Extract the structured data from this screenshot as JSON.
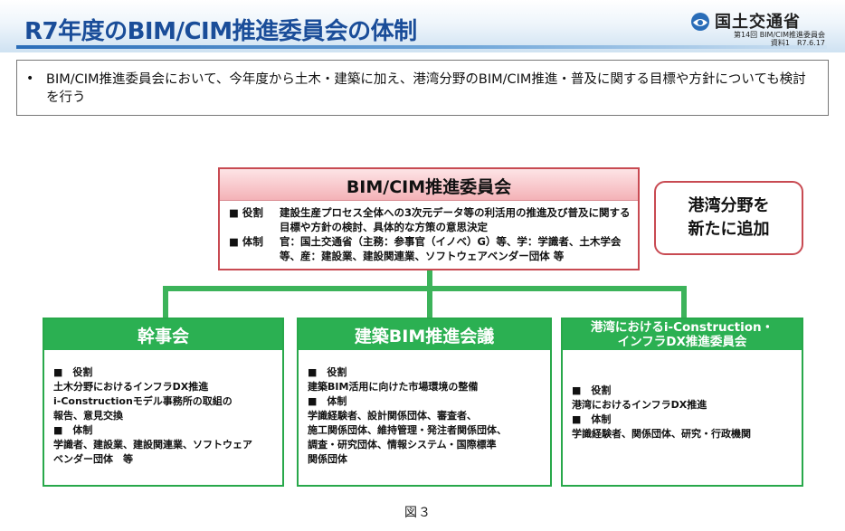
{
  "header": {
    "title": "R7年度のBIM/CIM推進委員会の体制",
    "ministry": "国土交通省",
    "meeting_line1": "第14回 BIM/CIM推進委員会",
    "meeting_line2": "資料1　R7.6.17"
  },
  "summary": {
    "bullet": "•",
    "text": "BIM/CIM推進委員会において、今年度から土木・建築に加え、港湾分野のBIM/CIM推進・普及に関する目標や方針についても検討を行う"
  },
  "committee": {
    "title": "BIM/CIM推進委員会",
    "role_label": "■ 役割",
    "role_text": "建設生産プロセス全体への3次元データ等の利活用の推進及び普及に関する目標や方針の検討、具体的な方策の意思決定",
    "structure_label": "■ 体制",
    "structure_text": "官：国土交通省（主務：参事官（イノベ）G）等、学：学識者、土木学会等、産：建設業、建設関連業、ソフトウェアベンダー団体 等"
  },
  "callout": {
    "line1": "港湾分野を",
    "line2": "新たに追加"
  },
  "subcommittees": [
    {
      "title": "幹事会",
      "role_label": "■　役割",
      "role_lines": [
        "土木分野におけるインフラDX推進",
        "i-Constructionモデル事務所の取組の",
        "報告、意見交換"
      ],
      "structure_label": "■　体制",
      "structure_lines": [
        "学識者、建設業、建設関連業、ソフトウェア",
        "ベンダー団体　等"
      ]
    },
    {
      "title": "建築BIM推進会議",
      "role_label": "■　役割",
      "role_lines": [
        "建築BIM活用に向けた市場環境の整備"
      ],
      "structure_label": "■　体制",
      "structure_lines": [
        "学識経験者、設計関係団体、審査者、",
        "施工関係団体、維持管理・発注者関係団体、",
        "調査・研究団体、情報システム・国際標準",
        "関係団体"
      ]
    },
    {
      "title_line1": "港湾におけるi-Construction・",
      "title_line2": "インフラDX推進委員会",
      "role_label": "■　役割",
      "role_lines": [
        "港湾におけるインフラDX推進"
      ],
      "structure_label": "■　体制",
      "structure_lines": [
        "学識経験者、関係団体、研究・行政機関"
      ]
    }
  ],
  "caption": "図３",
  "colors": {
    "title_blue": "#1a4d99",
    "committee_border": "#c84a52",
    "committee_header": "#f4b2b7",
    "sub_green": "#2bb052"
  }
}
